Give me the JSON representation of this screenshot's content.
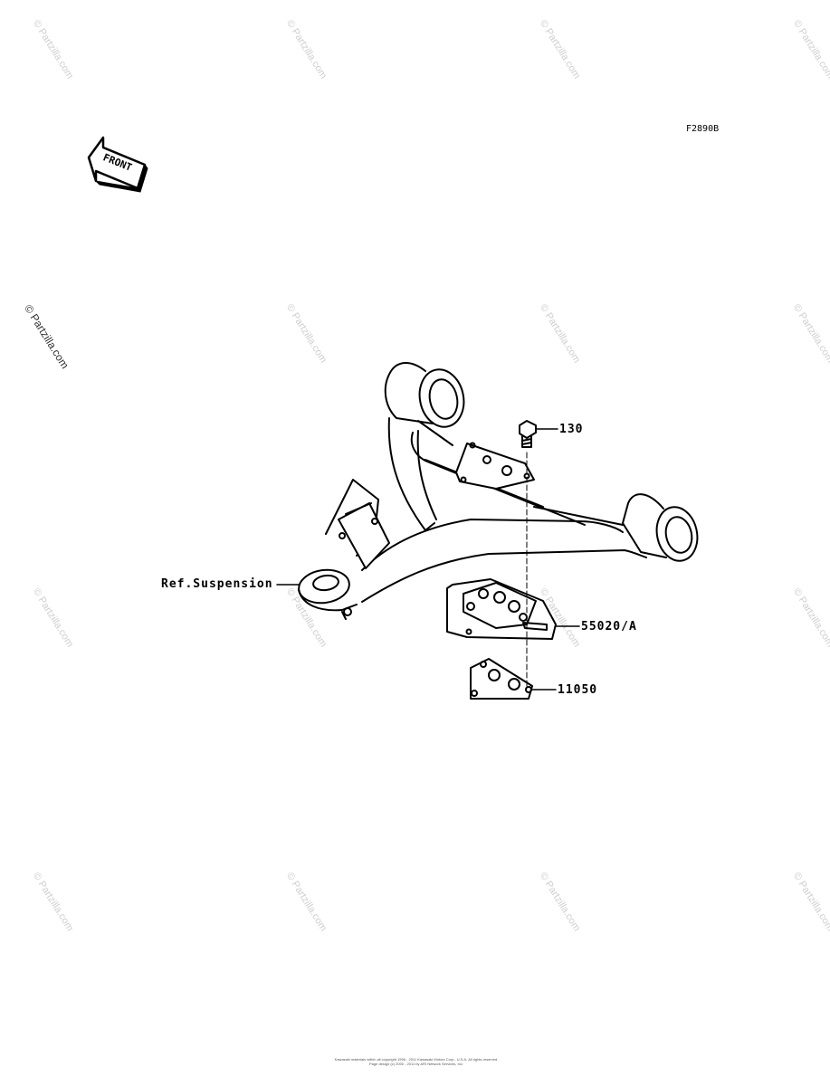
{
  "figure_code": "F2890B",
  "front_marker": "FRONT",
  "callouts": {
    "ref_suspension": "Ref.Suspension",
    "bolt": "130",
    "guard": "55020/A",
    "plate": "11050"
  },
  "watermark": {
    "text": "© Partzilla.com"
  },
  "copyright": {
    "line1": "Kawasaki materials within all copyright 1996 - 2011 Kawasaki Motors Corp., U.S.A. All rights reserved.",
    "line2": "Page design (c) 2000 - 2011 by ARI Network Services, Inc."
  }
}
